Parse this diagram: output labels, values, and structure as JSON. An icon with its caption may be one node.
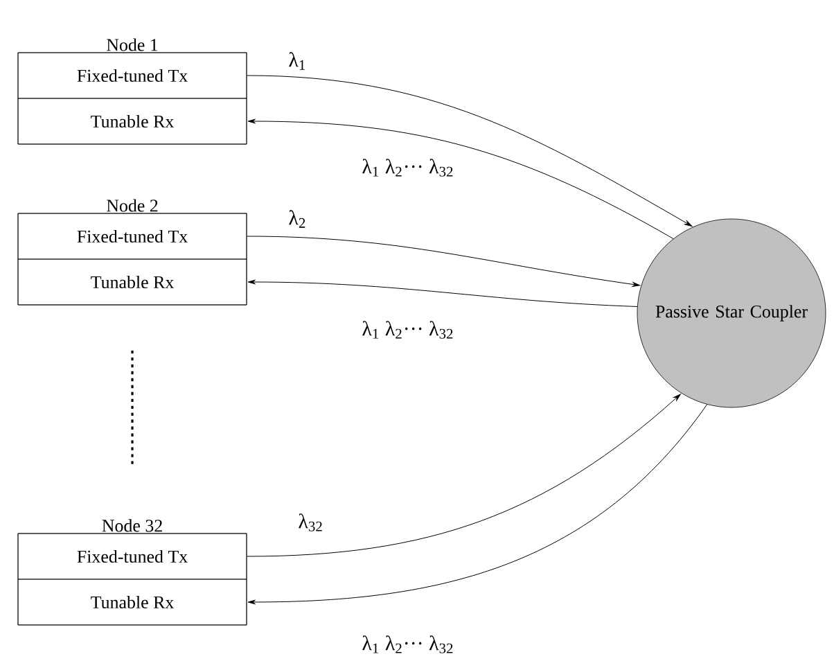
{
  "diagram": {
    "nodes": [
      {
        "text": [
          "Node 1"
        ]
      },
      {
        "text": [
          "Fixed-tuned Tx"
        ],
        "in": 0
      },
      {
        "text": [
          "Tunable Rx"
        ],
        "in": 0
      },
      {
        "text": [
          "Node 2"
        ]
      },
      {
        "text": [
          "Fixed-tuned Tx"
        ],
        "in": 3
      },
      {
        "text": [
          "Tunable Rx"
        ],
        "in": 3
      },
      {
        "text": [
          "Node 32"
        ]
      },
      {
        "text": [
          "Fixed-tuned Tx"
        ],
        "in": 6
      },
      {
        "text": [
          "Tunable Rx"
        ],
        "in": 6
      },
      {
        "text": [
          "Passive Star Coupler"
        ]
      }
    ],
    "edges": [
      {
        "from": 1,
        "to": 9,
        "arrow": "to",
        "label": "λ$_{1}$"
      },
      {
        "from": 9,
        "to": 2,
        "arrow": "to",
        "label": "λ$_{1}$ λ$_{2}$··· λ$_{32}$"
      },
      {
        "from": 4,
        "to": 9,
        "arrow": "to",
        "label": "λ$_{2}$"
      },
      {
        "from": 9,
        "to": 5,
        "arrow": "to",
        "label": "λ$_{1}$ λ$_{2}$··· λ$_{32}$"
      },
      {
        "from": 7,
        "to": 9,
        "arrow": "to",
        "label": "λ$_{32}$"
      },
      {
        "from": 9,
        "to": 8,
        "arrow": "to",
        "label": "λ$_{1}$ λ$_{2}$··· λ$_{32}$"
      }
    ]
  }
}
